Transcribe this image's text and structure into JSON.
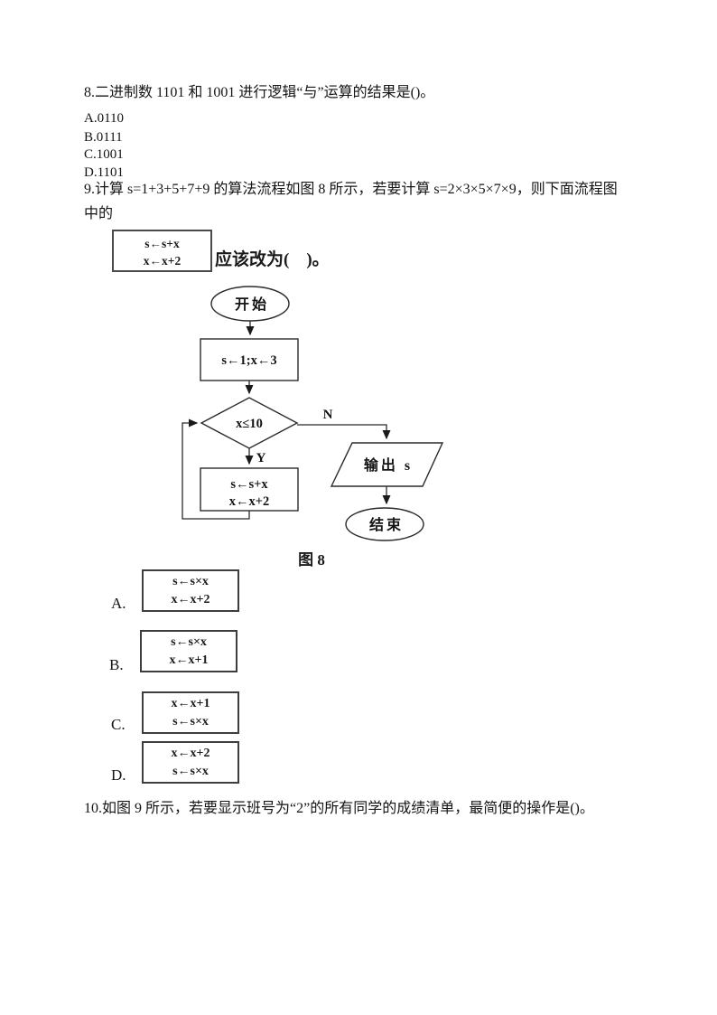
{
  "q8": {
    "text": "8.二进制数 1101 和 1001 进行逻辑“与”运算的结果是()。",
    "options": [
      "A.0110",
      "B.0111",
      "C.1001",
      "D.1101"
    ]
  },
  "q9": {
    "line1": "9.计算 s=1+3+5+7+9 的算法流程如图 8 所示，若要计算 s=2×3×5×7×9，则下面流程图",
    "line2": "中的",
    "inline_box": {
      "line1": "s←s+x",
      "line2": "x←x+2"
    },
    "prompt": "应该改为(　)。",
    "flowchart": {
      "start_label": "开始",
      "init_label": "s←1;x←3",
      "condition_label": "x≤10",
      "no_label": "N",
      "yes_label": "Y",
      "loop_line1": "s←s+x",
      "loop_line2": "x←x+2",
      "output_label": "输出 s",
      "end_label": "结束",
      "caption": "图 8"
    },
    "options": [
      {
        "label": "A.",
        "line1": "s←s×x",
        "line2": "x←x+2"
      },
      {
        "label": "B.",
        "line1": "s←s×x",
        "line2": "x←x+1"
      },
      {
        "label": "C.",
        "line1": "x←x+1",
        "line2": "s←s×x"
      },
      {
        "label": "D.",
        "line1": "x←x+2",
        "line2": "s←s×x"
      }
    ]
  },
  "q10": {
    "text": "10.如图 9 所示，若要显示班号为“2”的所有同学的成绩清单，最简便的操作是()。"
  }
}
